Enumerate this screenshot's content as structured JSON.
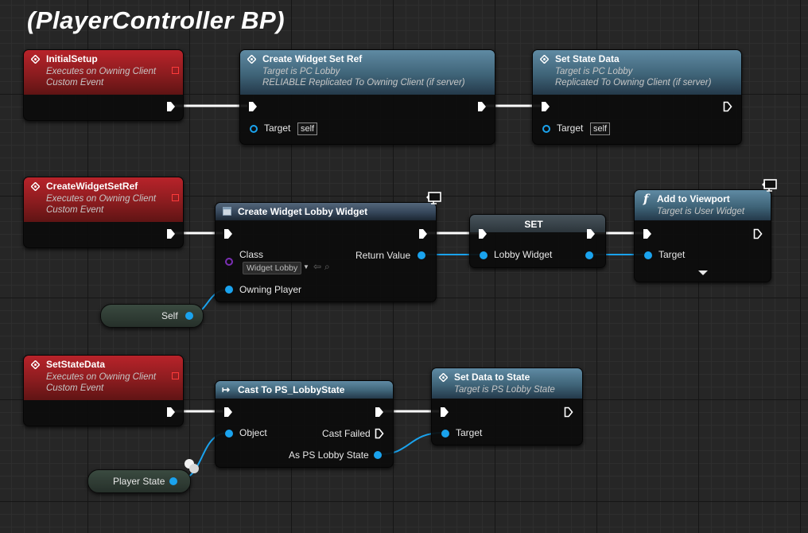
{
  "title": "(PlayerController BP)",
  "nodes": {
    "initial_setup": {
      "title": "InitialSetup",
      "sub1": "Executes on Owning Client",
      "sub2": "Custom Event"
    },
    "create_widget_set_ref": {
      "title": "Create Widget Set Ref",
      "sub1": "Target is PC Lobby",
      "sub2": "RELIABLE Replicated To Owning Client (if server)",
      "target_label": "Target",
      "target_value": "self"
    },
    "set_state_data": {
      "title": "Set State Data",
      "sub1": "Target is PC Lobby",
      "sub2": "Replicated To Owning Client (if server)",
      "target_label": "Target",
      "target_value": "self"
    },
    "create_widget_set_ref_event": {
      "title": "CreateWidgetSetRef",
      "sub1": "Executes on Owning Client",
      "sub2": "Custom Event"
    },
    "create_widget_lobby_widget": {
      "title": "Create Widget Lobby Widget",
      "class_label": "Class",
      "class_value": "Widget Lobby",
      "return_label": "Return Value",
      "owning_label": "Owning Player"
    },
    "set_node": {
      "title": "SET",
      "var_label": "Lobby Widget"
    },
    "add_to_viewport": {
      "title": "Add to Viewport",
      "sub1": "Target is User Widget",
      "target_label": "Target"
    },
    "self_var": {
      "label": "Self"
    },
    "set_state_data_event": {
      "title": "SetStateData",
      "sub1": "Executes on Owning Client",
      "sub2": "Custom Event"
    },
    "cast_to_ps_lobby_state": {
      "title": "Cast To PS_LobbyState",
      "object_label": "Object",
      "cast_failed_label": "Cast Failed",
      "as_label": "As PS Lobby State"
    },
    "set_data_to_state": {
      "title": "Set Data to State",
      "sub1": "Target is PS Lobby State",
      "target_label": "Target"
    },
    "player_state_var": {
      "label": "Player State"
    }
  },
  "colors": {
    "event_header": "#8b1c1f",
    "function_header": "#3f6478",
    "exec_wire": "#ffffff",
    "object_pin": "#1aa3ee",
    "class_pin": "#7b2fb5"
  },
  "icons": {
    "event": "event-diamond-icon",
    "function": "function-f-icon",
    "cast": "cast-arrow-icon",
    "widget": "widget-icon",
    "remote": "monitor-icon"
  }
}
